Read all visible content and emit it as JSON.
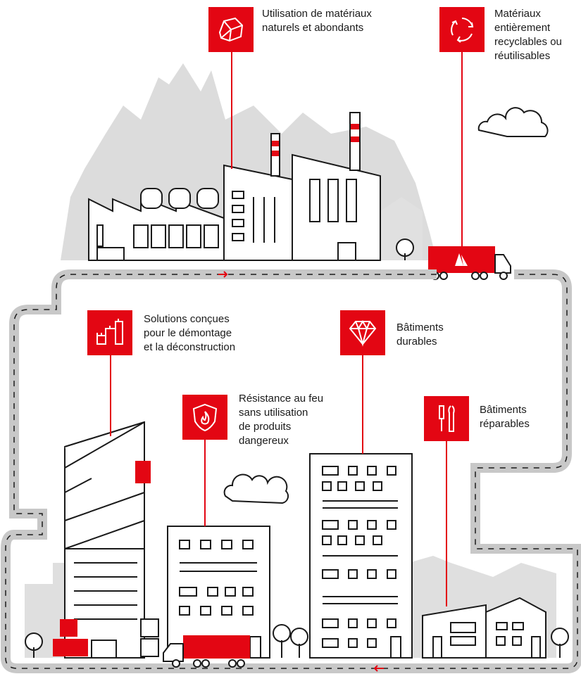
{
  "colors": {
    "accent": "#e30613",
    "ink": "#1a1a1a",
    "mountain": "#d9d9d9",
    "bg_building": "#dcdcdc"
  },
  "callouts": [
    {
      "id": "natural",
      "icon": "stone-icon",
      "label": "Utilisation de matériaux\nnaturels et abondants"
    },
    {
      "id": "recyclable",
      "icon": "recycle-arrows-icon",
      "label": "Matériaux\nentièrement\nrecyclables ou\nréutilisables"
    },
    {
      "id": "dismantle",
      "icon": "building-blocks-icon",
      "label": "Solutions conçues\npour le démontage\net la déconstruction"
    },
    {
      "id": "durable",
      "icon": "diamond-icon",
      "label": "Bâtiments\ndurables"
    },
    {
      "id": "fire",
      "icon": "fire-shield-icon",
      "label": "Résistance au feu\nsans utilisation\nde produits\ndangereux"
    },
    {
      "id": "repair",
      "icon": "tools-icon",
      "label": "Bâtiments\nréparables"
    }
  ]
}
